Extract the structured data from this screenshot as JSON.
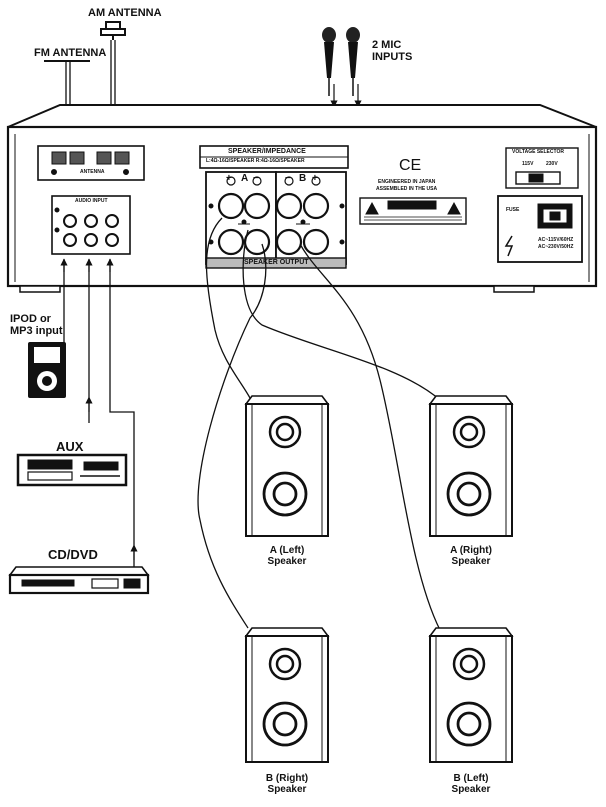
{
  "antennas": {
    "am_label": "AM ANTENNA",
    "fm_label": "FM ANTENNA",
    "terminal_label": "ANTENNA"
  },
  "mic": {
    "label_line1": "2 MIC",
    "label_line2": "INPUTS"
  },
  "rear_panel": {
    "audio_input_label": "AUDIO INPUT",
    "speaker_impedance_title": "SPEAKER/IMPEDANCE",
    "speaker_impedance_sub": "L:4Ω-16Ω/SPEAKER R:4Ω-16Ω/SPEAKER",
    "channel_a": "A",
    "channel_b": "B",
    "plus": "+",
    "minus": "−",
    "speaker_output_label": "SPEAKER OUTPUT",
    "ce_mark": "CE",
    "engineered_line1": "ENGINEERED IN JAPAN",
    "engineered_line2": "ASSEMBLED IN THE USA",
    "voltage_selector_label": "VOLTAGE SELECTOR",
    "volt_left": "115V",
    "volt_right": "230V",
    "fuse_label": "FUSE",
    "ac_line1": "AC~115V/60HZ",
    "ac_line2": "AC~230V/50HZ"
  },
  "sources": [
    {
      "id": "ipod",
      "label_line1": "IPOD or",
      "label_line2": "MP3 input"
    },
    {
      "id": "aux",
      "label_line1": "AUX"
    },
    {
      "id": "cddvd",
      "label_line1": "CD/DVD"
    }
  ],
  "speakers": [
    {
      "id": "a-left",
      "label_line1": "A (Left)",
      "label_line2": "Speaker"
    },
    {
      "id": "a-right",
      "label_line1": "A (Right)",
      "label_line2": "Speaker"
    },
    {
      "id": "b-right",
      "label_line1": "B (Right)",
      "label_line2": "Speaker"
    },
    {
      "id": "b-left",
      "label_line1": "B (Left)",
      "label_line2": "Speaker"
    }
  ]
}
